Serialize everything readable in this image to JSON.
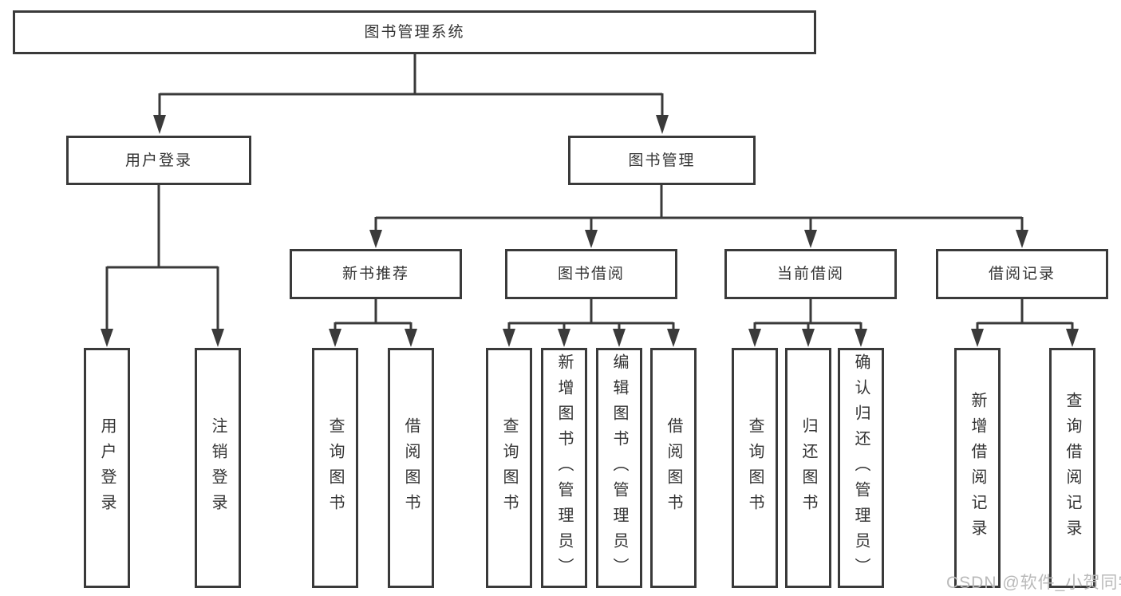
{
  "diagram_title": "图书管理系统",
  "watermark": "CSDN @软件_小贺同学",
  "colors": {
    "line": "#3a3a3a",
    "box_border": "#3a3a3a",
    "text": "#333333",
    "watermark": "#b9b9b9",
    "background": "#ffffff"
  },
  "tree": {
    "root": {
      "label": "图书管理系统"
    },
    "children": [
      {
        "label": "用户登录",
        "children": [
          {
            "label": "用户登录"
          },
          {
            "label": "注销登录"
          }
        ]
      },
      {
        "label": "图书管理",
        "children": [
          {
            "label": "新书推荐",
            "children": [
              {
                "label": "查询图书"
              },
              {
                "label": "借阅图书"
              }
            ]
          },
          {
            "label": "图书借阅",
            "children": [
              {
                "label": "查询图书"
              },
              {
                "label": "新增图书（管理员）"
              },
              {
                "label": "编辑图书（管理员）"
              },
              {
                "label": "借阅图书"
              }
            ]
          },
          {
            "label": "当前借阅",
            "children": [
              {
                "label": "查询图书"
              },
              {
                "label": "归还图书"
              },
              {
                "label": "确认归还（管理员）"
              }
            ]
          },
          {
            "label": "借阅记录",
            "children": [
              {
                "label": "新增借阅记录"
              },
              {
                "label": "查询借阅记录"
              }
            ]
          }
        ]
      }
    ]
  }
}
